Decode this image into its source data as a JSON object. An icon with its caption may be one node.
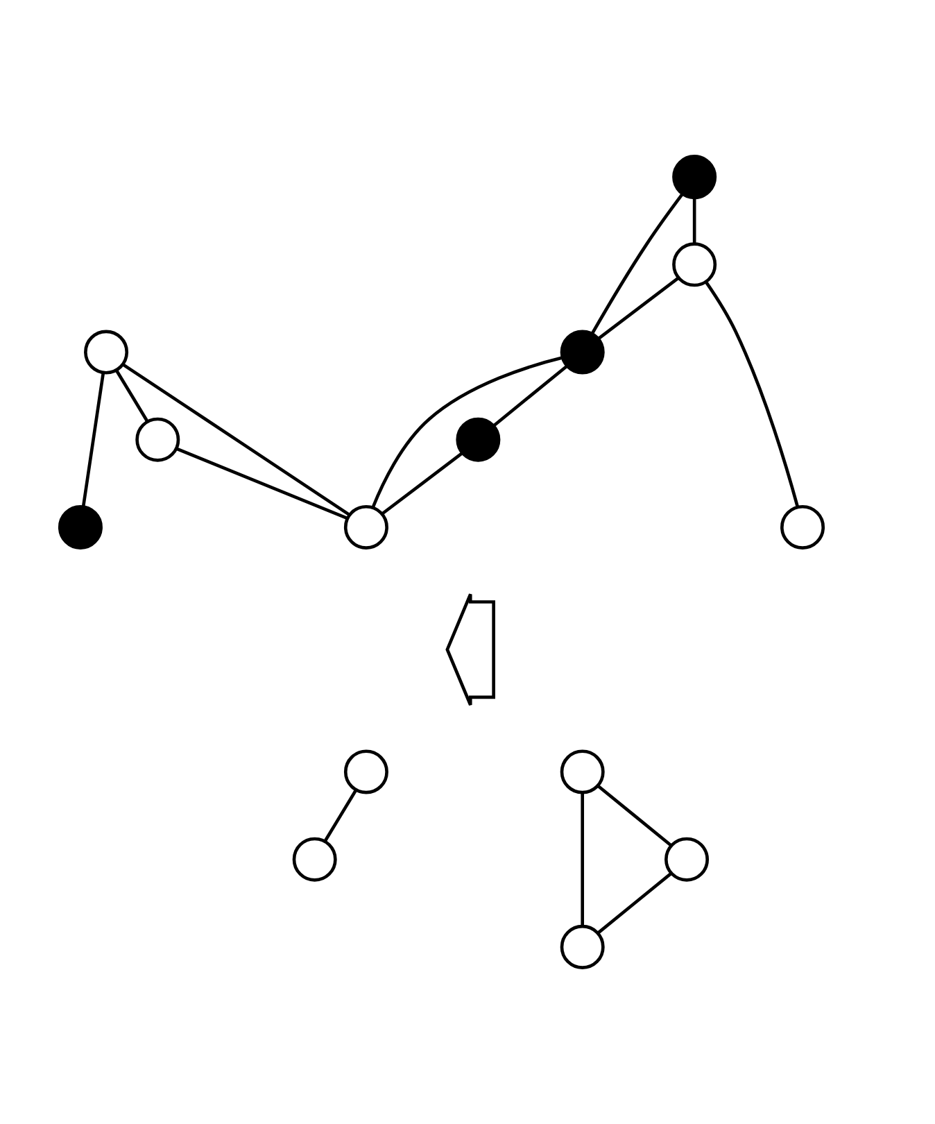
{
  "diagram": {
    "nodes": [
      {
        "text": [],
        "shape": "circle"
      },
      {
        "text": [],
        "shape": "circle"
      },
      {
        "text": [],
        "shape": "circle"
      },
      {
        "text": [],
        "shape": "circle"
      },
      {
        "text": [],
        "shape": "circle"
      },
      {
        "text": [],
        "shape": "circle"
      },
      {
        "text": [],
        "shape": "circle"
      },
      {
        "text": [],
        "shape": "circle"
      },
      {
        "text": [],
        "shape": "circle"
      },
      {
        "text": [],
        "shape": "arrow"
      },
      {
        "text": [],
        "shape": "circle"
      },
      {
        "text": [],
        "shape": "circle"
      },
      {
        "text": [],
        "shape": "circle"
      },
      {
        "text": [],
        "shape": "circle"
      },
      {
        "text": [],
        "shape": "circle"
      }
    ],
    "edges": [
      {
        "from": 3,
        "to": 0,
        "arrow": "none"
      },
      {
        "from": 3,
        "to": 1,
        "arrow": "none"
      },
      {
        "from": 3,
        "to": 6,
        "arrow": "none"
      },
      {
        "from": 1,
        "to": 6,
        "arrow": "none"
      },
      {
        "from": 4,
        "to": 2,
        "arrow": "none"
      },
      {
        "from": 4,
        "to": 5,
        "arrow": "none"
      },
      {
        "from": 2,
        "to": 5,
        "arrow": "none"
      },
      {
        "from": 2,
        "to": 7,
        "arrow": "none"
      },
      {
        "from": 5,
        "to": 6,
        "arrow": "none"
      },
      {
        "from": 5,
        "to": 8,
        "arrow": "none"
      },
      {
        "from": 8,
        "to": 6,
        "arrow": "none"
      },
      {
        "from": 11,
        "to": 14,
        "arrow": "none"
      },
      {
        "from": 12,
        "to": 10,
        "arrow": "none"
      },
      {
        "from": 12,
        "to": 13,
        "arrow": "none"
      },
      {
        "from": 10,
        "to": 13,
        "arrow": "none"
      }
    ]
  }
}
